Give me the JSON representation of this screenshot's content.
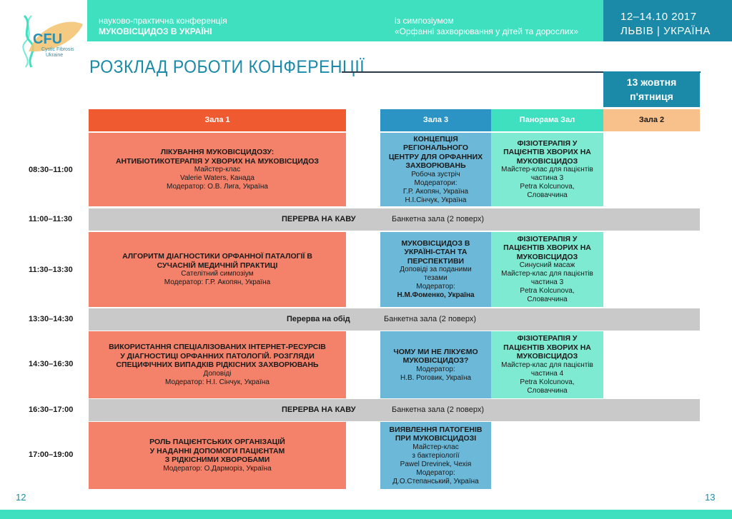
{
  "header": {
    "left_line1": "науково-практична конференція",
    "left_line2": "МУКОВІСЦИДОЗ В УКРАЇНІ",
    "mid_line1": "із симпозіумом",
    "mid_line2": "«Орфанні захворювання у дітей та дорослих»",
    "dates": "12–14.10 2017",
    "location": "ЛЬВІВ  |  УКРАЇНА"
  },
  "logo": {
    "name": "CFU",
    "sub1": "Cystic Fibrosis",
    "sub2": "Ukraine"
  },
  "title": "РОЗКЛАД РОБОТИ КОНФЕРЕНЦІЇ",
  "day": {
    "date": "13 жовтня",
    "weekday": "п'ятниця"
  },
  "columns": {
    "zala1": "Зала 1",
    "zala3": "Зала 3",
    "panorama": "Панорама Зал",
    "zala2": "Зала 2"
  },
  "slots": [
    {
      "time": "08:30–11:00",
      "zala1": {
        "title": "ЛІКУВАННЯ МУКОВІСЦИДОЗУ:\nАНТИБІОТИКОТЕРАПІЯ У ХВОРИХ НА МУКОВІСЦИДОЗ",
        "l1": "Майстер-клас",
        "l2": "Valerie Waters, Канада",
        "l3": "Модератор: О.В. Лига, Україна"
      },
      "zala3": {
        "title": "КОНЦЕПЦІЯ\nРЕГІОНАЛЬНОГО\nЦЕНТРУ ДЛЯ ОРФАННИХ\nЗАХВОРЮВАНЬ",
        "l1": "Робоча зустріч",
        "l2": "Модератори:",
        "l3": "Г.Р. Акопян, Україна",
        "l4": "Н.І.Сінчук, Україна"
      },
      "panorama": {
        "title": "ФІЗІОТЕРАПІЯ У\nПАЦІЄНТІВ ХВОРИХ НА\nМУКОВІСЦИДОЗ",
        "l1": "Майстер-клас для пацієнтів",
        "l2": "частина 3",
        "l3": "Petra Kolcunova,",
        "l4": "Словаччина"
      }
    },
    {
      "time": "11:30–13:30",
      "zala1": {
        "title": "АЛГОРИТМ ДІАГНОСТИКИ ОРФАННОЇ ПАТАЛОГІЇ В\nСУЧАСНІЙ МЕДИЧНІЙ ПРАКТИЦІ",
        "l1": "Сателітний симпозіум",
        "l2": "Модератор: Г.Р. Акопян, Україна"
      },
      "zala3": {
        "title": "МУКОВІСЦИДОЗ В\nУКРАЇНІ-СТАН ТА\nПЕРСПЕКТИВИ",
        "l1": "Доповіді за поданими",
        "l2": "тезами",
        "l3": "Модератор:",
        "l4": "Н.М.Фоменко, Україна"
      },
      "panorama": {
        "title": "ФІЗІОТЕРАПІЯ У\nПАЦІЄНТІВ ХВОРИХ НА\nМУКОВІСЦИДОЗ",
        "l1": "Синусний масаж",
        "l2": "Майстер-клас для пацієнтів",
        "l3": "частина 3",
        "l4": "Petra Kolcunova,",
        "l5": "Словаччина"
      }
    },
    {
      "time": "14:30–16:30",
      "zala1": {
        "title": "ВИКОРИСТАННЯ СПЕЦІАЛІЗОВАНИХ ІНТЕРНЕТ-РЕСУРСІВ\nУ ДІАГНОСТИЦІ ОРФАННИХ ПАТОЛОГІЙ. РОЗГЛЯДИ\nСПЕЦИФІЧНИХ ВИПАДКІВ РІДКІСНИХ ЗАХВОРЮВАНЬ",
        "l1": "Доповіді",
        "l2": "Модератор: Н.І. Сінчук, Україна"
      },
      "zala3": {
        "title": "ЧОМУ МИ НЕ ЛІКУЄМО\nМУКОВІСЦИДОЗ?",
        "l1": "Модератор:",
        "l2": "Н.В. Роговик, Україна"
      },
      "panorama": {
        "title": "ФІЗІОТЕРАПІЯ У\nПАЦІЄНТІВ ХВОРИХ НА\nМУКОВІСЦИДОЗ",
        "l1": "Майстер-клас для пацієнтів",
        "l2": "частина 4",
        "l3": "Petra Kolcunova,",
        "l4": "Словаччина"
      }
    },
    {
      "time": "17:00–19:00",
      "zala1": {
        "title": "РОЛЬ ПАЦІЄНТСЬКИХ ОРГАНІЗАЦІЙ\nУ НАДАННІ ДОПОМОГИ ПАЦІЄНТАМ\nЗ РІДКІСНИМИ ХВОРОБАМИ",
        "l1": "Модератор: О.Дарморіз, Україна"
      },
      "zala3": {
        "title": "ВИЯВЛЕННЯ ПАТОГЕНІВ\nПРИ МУКОВІСЦИДОЗІ",
        "l1": "Майстер-клас",
        "l2": "з бактеріології",
        "l3": "Pawel Drevinek, Чехія",
        "l4": "Модератор:",
        "l5": "Д.О.Степанський, Україна"
      }
    }
  ],
  "breaks": [
    {
      "time": "11:00–11:30",
      "label": "ПЕРЕРВА НА КАВУ",
      "place": "Банкетна зала (2 поверх)"
    },
    {
      "time": "13:30–14:30",
      "label": "Перерва на обід",
      "place": "Банкетна зала (2 поверх)"
    },
    {
      "time": "16:30–17:00",
      "label": "ПЕРЕРВА НА КАВУ",
      "place": "Банкетна зала (2 поверх)"
    }
  ],
  "pages": {
    "left": "12",
    "right": "13"
  },
  "colors": {
    "teal": "#3ee0c0",
    "blue": "#1a8aa8",
    "zala1": "#f4826a",
    "zala3": "#6cb8d8",
    "panorama": "#7eead2",
    "zala2": "#f8c08a",
    "break": "#c9c9c9"
  }
}
